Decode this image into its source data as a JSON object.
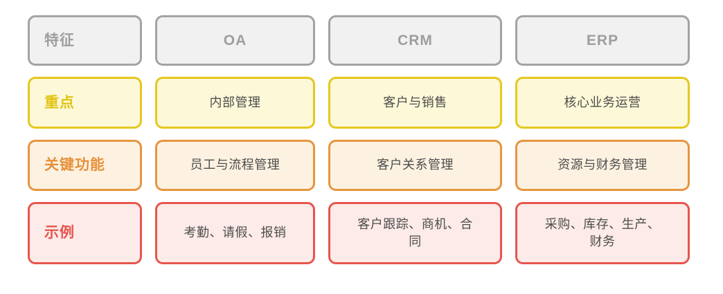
{
  "table": {
    "header": {
      "feature_label": "特征",
      "columns": [
        "OA",
        "CRM",
        "ERP"
      ]
    },
    "rows": [
      {
        "key": "focus",
        "label": "重点",
        "values": [
          "内部管理",
          "客户与销售",
          "核心业务运营"
        ]
      },
      {
        "key": "key-functions",
        "label": "关键功能",
        "values": [
          "员工与流程管理",
          "客户关系管理",
          "资源与财务管理"
        ]
      },
      {
        "key": "examples",
        "label": "示例",
        "values": [
          "考勤、请假、报销",
          "客户跟踪、商机、合同",
          "采购、库存、生产、财务"
        ]
      }
    ]
  },
  "colors": {
    "header_bg": "#f1f1f1",
    "header_border": "#a3a3a3",
    "header_text": "#9e9e9e",
    "focus_bg": "#fdf8d8",
    "focus_border": "#e5c81e",
    "focus_label_text": "#e2c314",
    "functions_bg": "#fdf2e1",
    "functions_border": "#e6953f",
    "functions_label_text": "#e6913a",
    "examples_bg": "#fcebe8",
    "examples_border": "#e6554e",
    "examples_label_text": "#e6534c",
    "body_text": "#4d4d4d",
    "page_background": "#ffffff"
  }
}
